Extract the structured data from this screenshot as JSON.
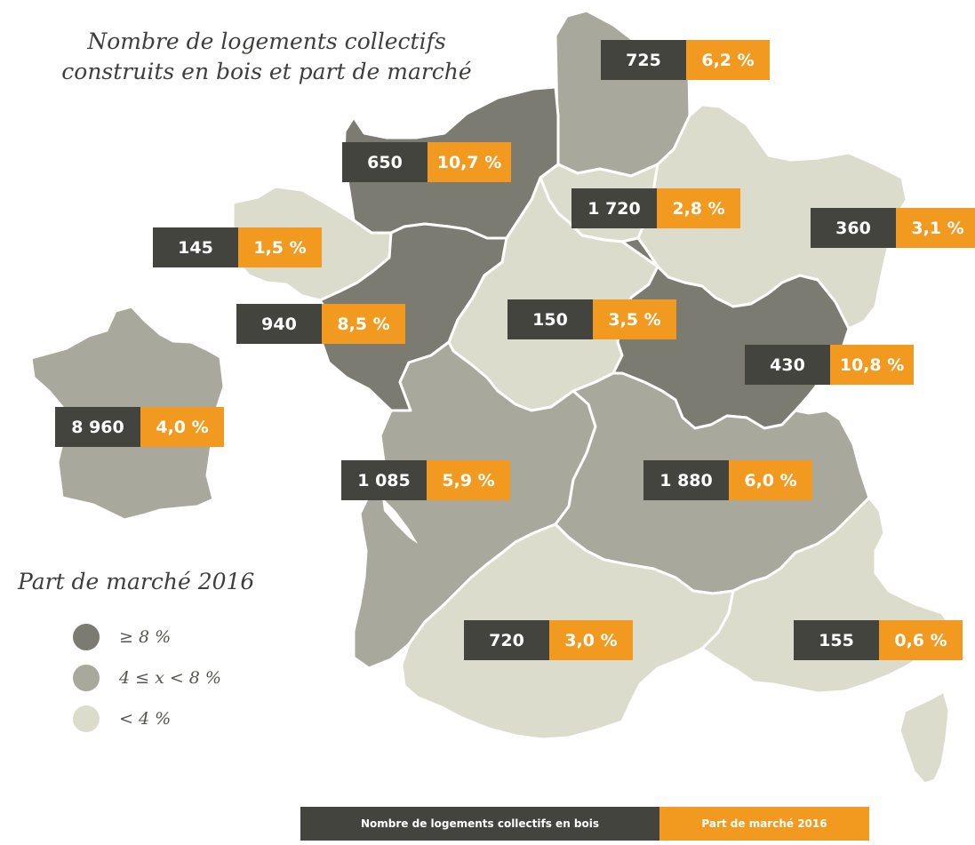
{
  "title": {
    "line1": "Nombre de logements collectifs",
    "line2": "construits en bois et part de marché"
  },
  "colors": {
    "high": "#7b7b72",
    "mid": "#a8a89c",
    "low": "#dcdccd",
    "count_box": "#44443f",
    "share_box": "#f29a1f"
  },
  "legend": {
    "title": "Part de marché 2016",
    "items": [
      {
        "label": "≥ 8 %",
        "class": "high"
      },
      {
        "label": "4 ≤ x < 8 %",
        "class": "mid"
      },
      {
        "label": "< 4 %",
        "class": "low"
      }
    ]
  },
  "key": {
    "count_label": "Nombre de logements collectifs en bois",
    "share_label": "Part de marché 2016"
  },
  "france": {
    "count": "8 960",
    "share": "4,0 %",
    "class": "mid"
  },
  "regions": [
    {
      "id": "hauts-de-france",
      "count": "725",
      "share": "6,2 %",
      "class": "mid"
    },
    {
      "id": "normandie",
      "count": "650",
      "share": "10,7 %",
      "class": "high"
    },
    {
      "id": "ile-de-france",
      "count": "1 720",
      "share": "2,8 %",
      "class": "low"
    },
    {
      "id": "grand-est",
      "count": "360",
      "share": "3,1 %",
      "class": "low"
    },
    {
      "id": "bretagne",
      "count": "145",
      "share": "1,5 %",
      "class": "low"
    },
    {
      "id": "pays-de-la-loire",
      "count": "940",
      "share": "8,5 %",
      "class": "high"
    },
    {
      "id": "centre-val-de-loire",
      "count": "150",
      "share": "3,5 %",
      "class": "low"
    },
    {
      "id": "bourgogne-franche-comte",
      "count": "430",
      "share": "10,8 %",
      "class": "high"
    },
    {
      "id": "nouvelle-aquitaine",
      "count": "1 085",
      "share": "5,9 %",
      "class": "mid"
    },
    {
      "id": "auvergne-rhone-alpes",
      "count": "1 880",
      "share": "6,0 %",
      "class": "mid"
    },
    {
      "id": "occitanie",
      "count": "720",
      "share": "3,0 %",
      "class": "low"
    },
    {
      "id": "provence-alpes-cote-d-azur",
      "count": "155",
      "share": "0,6 %",
      "class": "low"
    },
    {
      "id": "corse",
      "class": "low"
    }
  ]
}
